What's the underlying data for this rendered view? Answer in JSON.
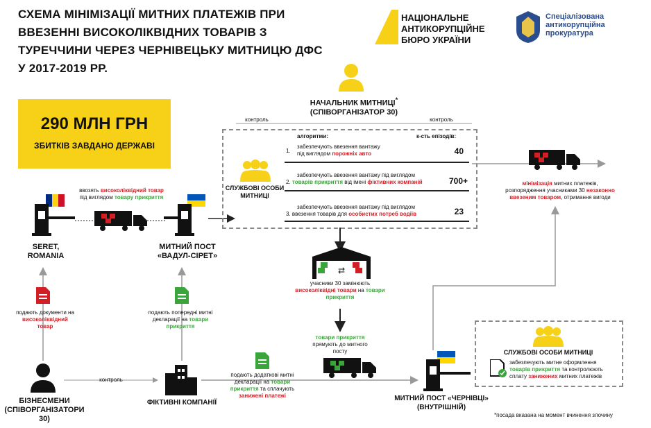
{
  "header": {
    "title": "СХЕМА МІНІМІЗАЦІЇ МИТНИХ ПЛАТЕЖІВ ПРИ ВВЕЗЕННІ ВИСОКОЛІКВІДНИХ ТОВАРІВ З ТУРЕЧЧИНИ ЧЕРЕЗ ЧЕРНІВЕЦЬКУ МИТНИЦЮ ДФС У 2017-2019 РР.",
    "nabu_logo": "НАЦІОНАЛЬНЕ АНТИКОРУПЦІЙНЕ БЮРО УКРАЇНИ",
    "sap_logo": "Спеціалізована антикорупційна прокуратура"
  },
  "damage": {
    "amount": "290 МЛН ГРН",
    "caption": "ЗБИТКІВ ЗАВДАНО ДЕРЖАВІ"
  },
  "chief": {
    "title": "НАЧАЛЬНИК МИТНИЦІ",
    "asterisk": "*",
    "role": "(СПІВОРГАНІЗАТОР 30)"
  },
  "control_labels": {
    "left": "контроль",
    "right": "контроль",
    "bottom": "контроль"
  },
  "officials": {
    "title": "СЛУЖБОВІ ОСОБИ МИТНИЦІ",
    "algorithms_header": "алгоритми:",
    "episodes_header": "к-сть епізодів:",
    "rows": [
      {
        "n": "1.",
        "text_a": "забезпечують ввезення вантажу",
        "text_b": "під виглядом ",
        "hl": "порожніх авто",
        "count": "40"
      },
      {
        "n": "2.",
        "text_a": "забезпечують ввезення вантажу під виглядом",
        "hl1": "товарів прикриття",
        "mid": " від імені ",
        "hl2": "фіктивних компаній",
        "count": "700+"
      },
      {
        "n": "3.",
        "text_a": "забезпечують ввезення вантажу під виглядом",
        "text_b": "ввезення товарів для ",
        "hl": "особистих потреб водіїв",
        "count": "23"
      }
    ]
  },
  "result": {
    "hl1": "мінімізація",
    "t1": " митних платежів,",
    "t2": "розпорядження учасниками 30 ",
    "hl2": "незаконно ввезеним товаром",
    "t3": ", отримання вигоди"
  },
  "seret": {
    "name": "SERET, ROMANIA",
    "t1": "ввозять ",
    "hl1": "високоліквідний товар",
    "t2": " під виглядом ",
    "hl2": "товару прикриття"
  },
  "vadul": {
    "name": "МИТНИЙ ПОСТ «ВАДУЛ-СІРЕТ»",
    "t1": "подають попередні митні декларації на ",
    "hl": "товари прикриття"
  },
  "docs_left": {
    "t1": "подають документи на ",
    "hl": "високоліквідний товар"
  },
  "warehouse": {
    "t1": "учасники 30 замінюють ",
    "hl1": "високоліквідні товари",
    "t2": " на ",
    "hl2": "товари прикриття"
  },
  "to_post": {
    "hl": "товари прикриття",
    "t1": " прямують до митного посту"
  },
  "fictive": {
    "name": "ФІКТИВНІ КОМПАНІЇ",
    "t1": "подають додаткові митні декларації на ",
    "hl1": "товари прикриття",
    "t2": " та сплачують ",
    "hl2": "занижені платежі"
  },
  "businessmen": {
    "name": "БІЗНЕСМЕНИ",
    "role": "(СПІВОРГАНІЗАТОРИ 30)"
  },
  "chernivtsi": {
    "name": "МИТНИЙ ПОСТ «ЧЕРНІВЦІ» (ВНУТРІШНІЙ)"
  },
  "officials2": {
    "title": "СЛУЖБОВІ ОСОБИ МИТНИЦІ",
    "t1": "забезпечують митне оформлення ",
    "hl1": "товарів прикриття",
    "t2": " та контролюють сплату ",
    "hl2": "занижених",
    "t3": " митних платежів"
  },
  "footnote": "*посада вказана на момент вчинення злочину",
  "colors": {
    "yellow": "#f7d117",
    "red": "#d21f26",
    "green": "#3aa53a",
    "gray": "#888888"
  }
}
